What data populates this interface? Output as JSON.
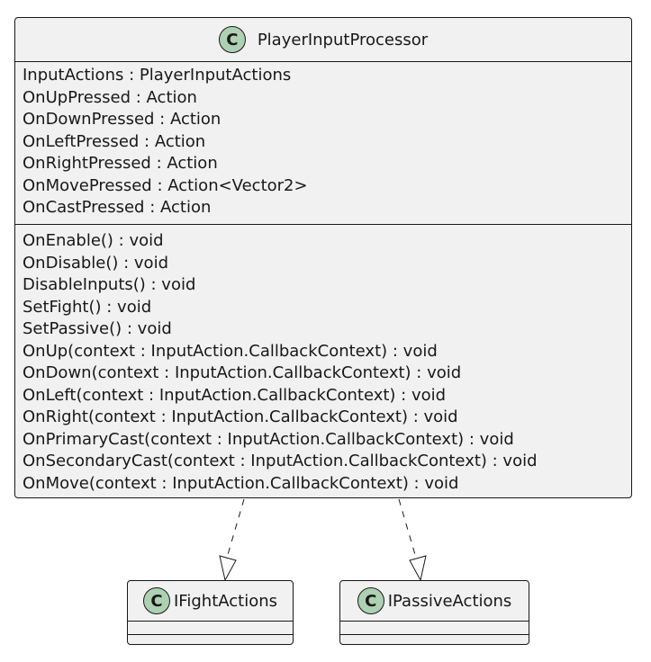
{
  "main_class": {
    "stereotype": "C",
    "name": "PlayerInputProcessor",
    "fields": [
      "InputActions : PlayerInputActions",
      "OnUpPressed : Action",
      "OnDownPressed : Action",
      "OnLeftPressed : Action",
      "OnRightPressed : Action",
      "OnMovePressed : Action<Vector2>",
      "OnCastPressed : Action"
    ],
    "methods": [
      "OnEnable() : void",
      "OnDisable() : void",
      "DisableInputs() : void",
      "SetFight() : void",
      "SetPassive() : void",
      "OnUp(context : InputAction.CallbackContext) : void",
      "OnDown(context : InputAction.CallbackContext) : void",
      "OnLeft(context : InputAction.CallbackContext) : void",
      "OnRight(context : InputAction.CallbackContext) : void",
      "OnPrimaryCast(context : InputAction.CallbackContext) : void",
      "OnSecondaryCast(context : InputAction.CallbackContext) : void",
      "OnMove(context : InputAction.CallbackContext) : void"
    ]
  },
  "interfaces": [
    {
      "stereotype": "C",
      "name": "IFightActions"
    },
    {
      "stereotype": "C",
      "name": "IPassiveActions"
    }
  ],
  "relations": [
    {
      "from": "PlayerInputProcessor",
      "to": "IFightActions",
      "type": "realization"
    },
    {
      "from": "PlayerInputProcessor",
      "to": "IPassiveActions",
      "type": "realization"
    }
  ],
  "colors": {
    "class_fill": "#f1f1f1",
    "badge_fill": "#add1b2",
    "line": "#181818"
  }
}
